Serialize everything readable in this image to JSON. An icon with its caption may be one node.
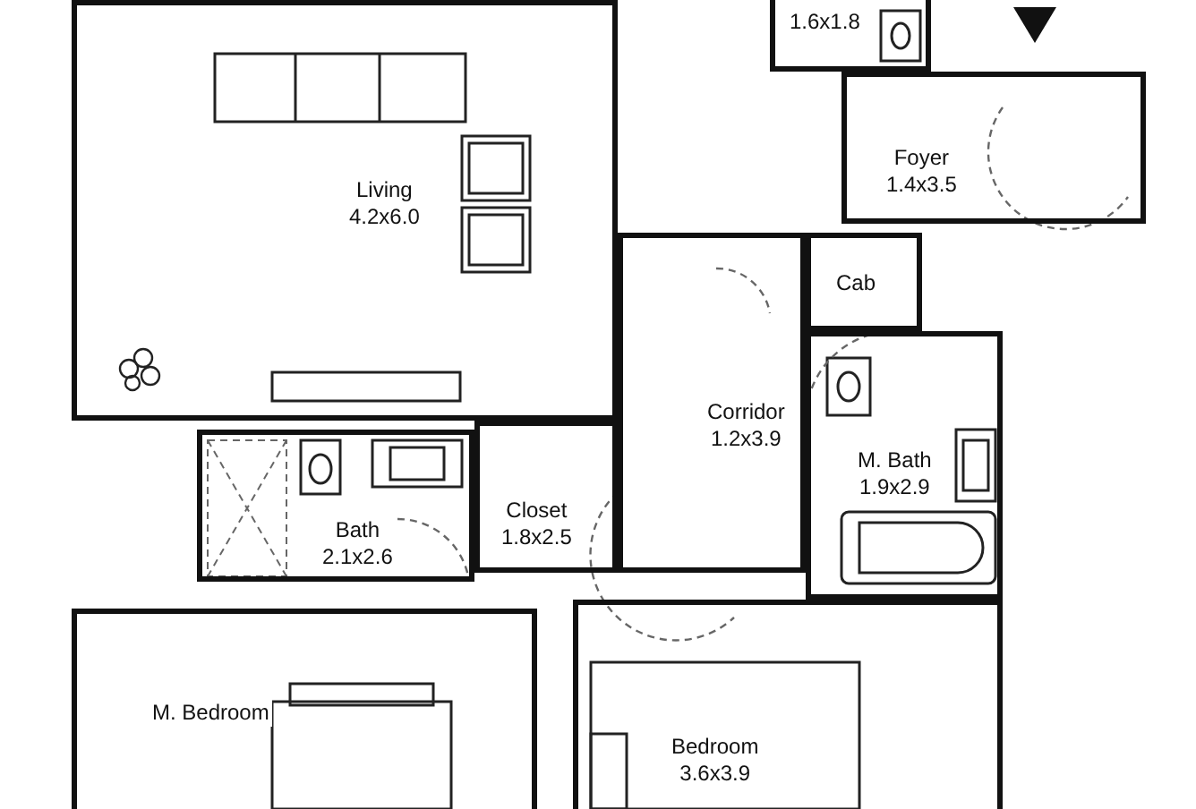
{
  "diagram": {
    "nodes": [
      {
        "text": [
          "Living",
          "4.2x6.0"
        ]
      },
      {
        "text": [
          "1.6x1.8"
        ]
      },
      {
        "text": [
          "Foyer",
          "1.4x3.5"
        ]
      },
      {
        "text": [
          "Cab"
        ]
      },
      {
        "text": [
          "Corridor",
          "1.2x3.9"
        ]
      },
      {
        "text": [
          "M. Bath",
          "1.9x2.9"
        ]
      },
      {
        "text": [
          "Closet",
          "1.8x2.5"
        ]
      },
      {
        "text": [
          "Bath",
          "2.1x2.6"
        ]
      },
      {
        "text": [
          "M. Bedroom"
        ]
      },
      {
        "text": [
          "Bedroom",
          "3.6x3.9"
        ]
      }
    ]
  }
}
